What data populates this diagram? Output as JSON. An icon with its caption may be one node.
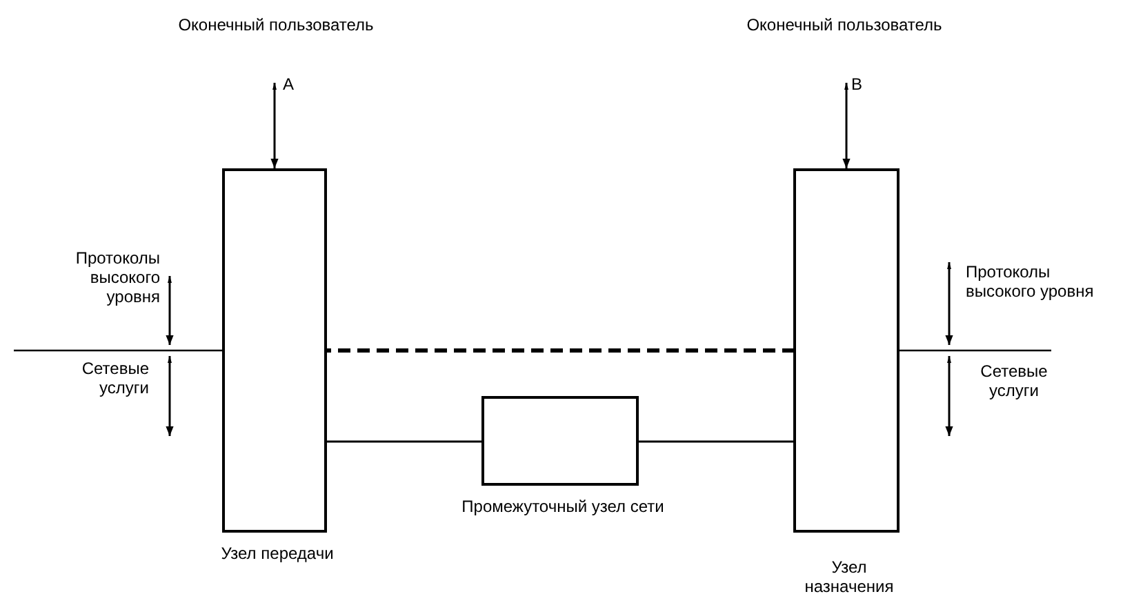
{
  "diagram": {
    "nodes": [
      {
        "text": [
          "Оконечный пользователь"
        ]
      },
      {
        "text": [
          "Оконечный пользователь"
        ]
      },
      {
        "text": [
          "Узел передачи"
        ]
      },
      {
        "text": [
          "Промежуточный узел сети"
        ]
      },
      {
        "text": [
          "Узел назначения"
        ]
      }
    ],
    "edges": [
      {
        "from": 0,
        "to": 2,
        "arrow": "both"
      },
      {
        "from": 1,
        "to": 4,
        "arrow": "both"
      },
      {
        "from": 2,
        "to": 3,
        "arrow": "other"
      },
      {
        "from": 3,
        "to": 4,
        "arrow": "other"
      }
    ],
    "labels": [
      "А",
      "В",
      "Протоколы высокого уровня",
      "Сетевые услуги",
      "Протоколы высокого уровня",
      "Сетевые услуги"
    ]
  }
}
